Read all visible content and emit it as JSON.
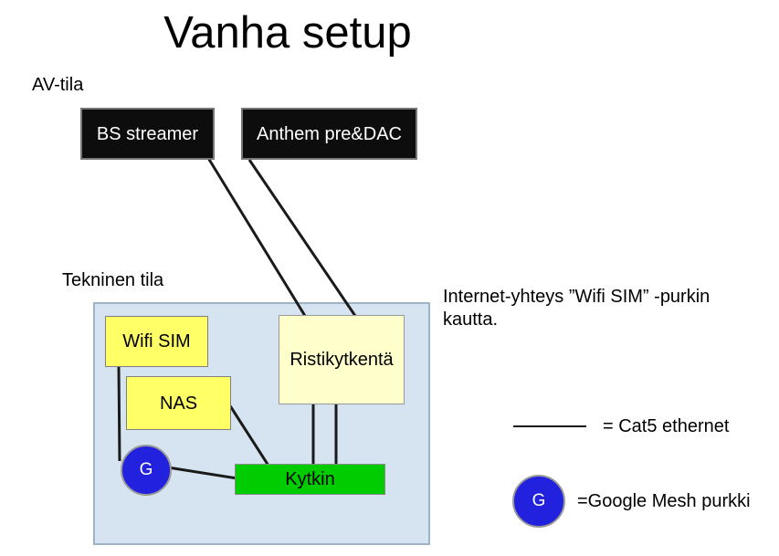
{
  "title": "Vanha setup",
  "sections": {
    "av_room_label": "AV-tila",
    "tech_room_label": "Tekninen tila"
  },
  "nodes": {
    "bs_streamer": "BS streamer",
    "anthem": "Anthem pre&DAC",
    "wifi_sim": "Wifi SIM",
    "nas": "NAS",
    "ristikytkenta": "Ristikytkentä",
    "kytkin": "Kytkin",
    "google_mesh": "G"
  },
  "annotation": "Internet-yhteys ”Wifi SIM” -purkin kautta.",
  "legend": {
    "cat5_label": "= Cat5 ethernet",
    "google_mesh_symbol": "G",
    "google_mesh_label": "=Google Mesh purkki"
  },
  "colors": {
    "device_box": "#0d0d0d",
    "room_fill": "#d6e4f1",
    "room_border": "#9db3c6",
    "yellow_box": "#ffff66",
    "cream_box": "#ffffcc",
    "switch_green": "#00cc00",
    "mesh_blue": "#2121de",
    "wire": "#1a1a1a"
  }
}
